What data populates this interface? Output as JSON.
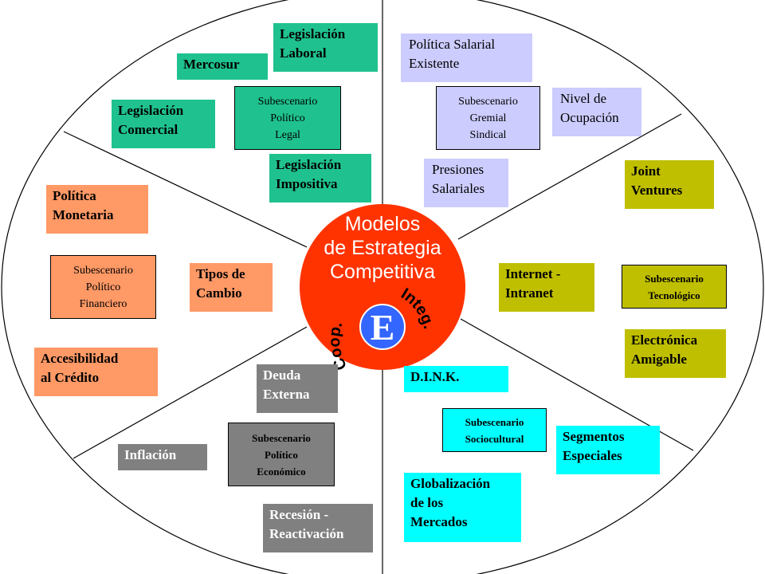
{
  "center": {
    "title_lines": [
      "Modelos",
      "de Estrategia",
      "Competitiva"
    ],
    "letter": "E",
    "left_arc": "Coop.",
    "right_arc": "Integ."
  },
  "colors": {
    "legal": "#1fc28e",
    "gremial": "#ccccff",
    "tecnologico": "#bfbf00",
    "sociocultural": "#00ffff",
    "economico": "#808080",
    "financiero": "#ff9966",
    "center": "#ff3300",
    "e_circle": "#3366ff"
  },
  "segments": {
    "politico_legal": {
      "legislacion_laboral": [
        "Legislación",
        "Laboral"
      ],
      "mercosur": "Mercosur",
      "legislacion_comercial": [
        "Legislación",
        "Comercial"
      ],
      "subescenario": [
        "Subescenario",
        "Político",
        "Legal"
      ],
      "legislacion_impositiva": [
        "Legislación",
        "Impositiva"
      ]
    },
    "gremial_sindical": {
      "politica_salarial": [
        "Política Salarial",
        "Existente"
      ],
      "subescenario": [
        "Subescenario",
        "Gremial",
        "Sindical"
      ],
      "nivel_ocupacion": [
        "Nivel de",
        "Ocupación"
      ],
      "presiones_salariales": [
        "Presiones",
        "Salariales"
      ]
    },
    "tecnologico": {
      "joint_ventures": [
        "Joint",
        "Ventures"
      ],
      "internet": [
        "Internet -",
        "Intranet"
      ],
      "subescenario": [
        "Subescenario",
        "Tecnológico"
      ],
      "electronica": [
        "Electrónica",
        "Amigable"
      ]
    },
    "sociocultural": {
      "dink": "D.I.N.K.",
      "subescenario": [
        "Subescenario",
        "Sociocultural"
      ],
      "segmentos": [
        "Segmentos",
        "Especiales"
      ],
      "globalizacion": [
        "Globalización",
        "de los",
        "Mercados"
      ]
    },
    "politico_economico": {
      "deuda_externa": [
        "Deuda",
        "Externa"
      ],
      "subescenario": [
        "Subescenario",
        "Político",
        "Económico"
      ],
      "inflacion": "Inflación",
      "recesion": [
        "Recesión -",
        "Reactivación"
      ]
    },
    "politico_financiero": {
      "politica_monetaria": [
        "Política",
        "Monetaria"
      ],
      "subescenario": [
        "Subescenario",
        "Político",
        "Financiero"
      ],
      "tipos_cambio": [
        "Tipos de",
        "Cambio"
      ],
      "accesibilidad": [
        "Accesibilidad",
        "al Crédito"
      ]
    }
  }
}
